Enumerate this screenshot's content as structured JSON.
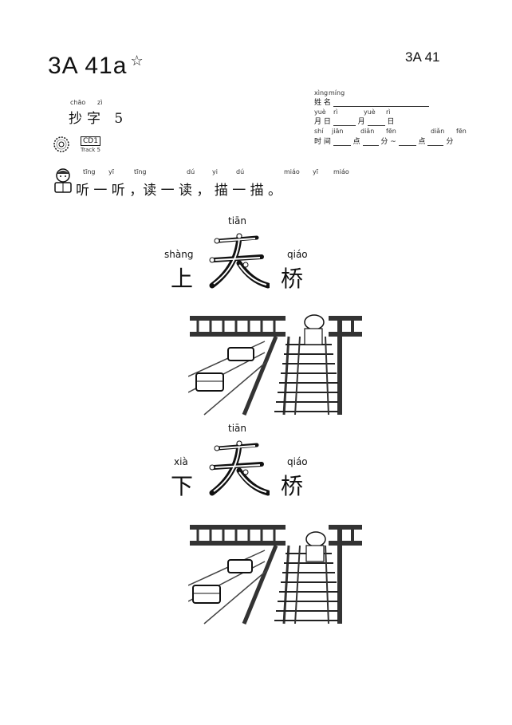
{
  "header": {
    "title": "3A 41a",
    "star": "☆",
    "page_code": "3A 41"
  },
  "lesson": {
    "pinyin": [
      "chāo",
      "zì"
    ],
    "text": "抄字  5"
  },
  "cd": {
    "label": "CD1",
    "track": "Track 5"
  },
  "form": {
    "name": {
      "pinyin": [
        "xìng",
        "míng"
      ],
      "label": "姓 名"
    },
    "date": {
      "pinyin": [
        "yuè",
        "rì",
        "yuè",
        "rì"
      ],
      "labels": [
        "月 日",
        "月",
        "日"
      ]
    },
    "time": {
      "pinyin": [
        "shí",
        "jiān",
        "diǎn",
        "fēn",
        "diǎn",
        "fēn"
      ],
      "labels": [
        "时 间",
        "点",
        "分 ~",
        "点",
        "分"
      ]
    }
  },
  "instruction": {
    "pinyin": [
      "tīng",
      "yī",
      "tīng",
      "dú",
      "yi",
      "dú",
      "miáo",
      "yī",
      "miáo"
    ],
    "text": "听 一 听 ，读 一 读 ， 描 一 描 。"
  },
  "word1": {
    "pinyin": [
      "shàng",
      "tiān",
      "qiáo"
    ],
    "chars": [
      "上",
      "天",
      "桥"
    ]
  },
  "word2": {
    "pinyin": [
      "xià",
      "tiān",
      "qiáo"
    ],
    "chars": [
      "下",
      "天",
      "桥"
    ]
  }
}
